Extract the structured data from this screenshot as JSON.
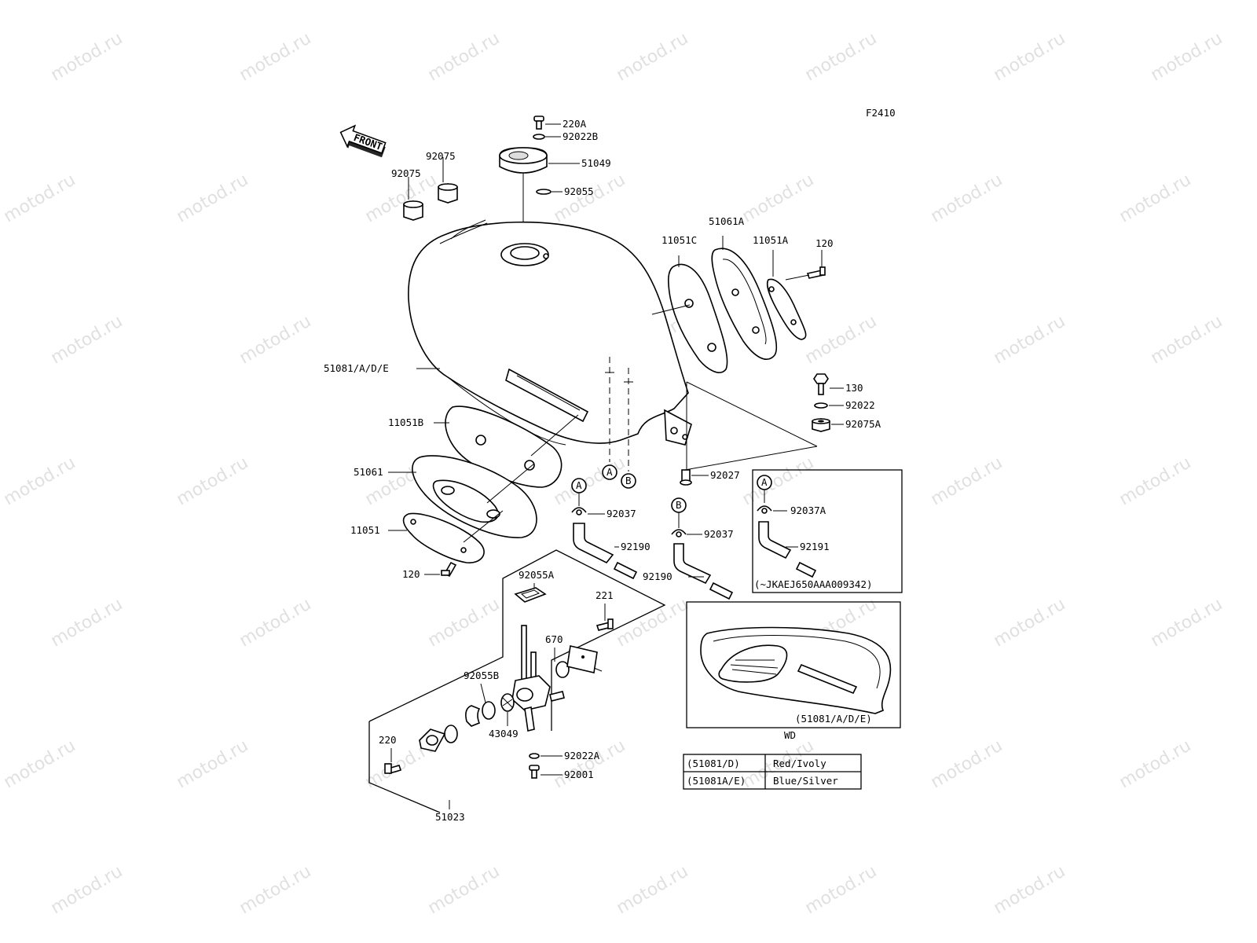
{
  "figure_code": "F2410",
  "front_label": "FRONT",
  "watermark": "motod.ru",
  "variant_label": "WD",
  "inset_serial": "(~JKAEJ650AAA009342)",
  "inset_tank_label": "(51081/A/D/E)",
  "part_labels": {
    "p220A": "220A",
    "p92022B": "92022B",
    "p51049": "51049",
    "p92055": "92055",
    "p92075_top": "92075",
    "p92075_left": "92075",
    "p51061A": "51061A",
    "p11051C": "11051C",
    "p11051A": "11051A",
    "p120_right": "120",
    "p51081": "51081/A/D/E",
    "p130": "130",
    "p92022": "92022",
    "p92075A": "92075A",
    "p11051B": "11051B",
    "p51061": "51061",
    "p92027": "92027",
    "p11051": "11051",
    "p120_left": "120",
    "p92037_a": "92037",
    "p92190_a": "92190",
    "p92037_b": "92037",
    "p92190_b": "92190",
    "p92037A": "92037A",
    "p92191": "92191",
    "p92055A": "92055A",
    "p221": "221",
    "p670": "670",
    "p92055B": "92055B",
    "p43049": "43049",
    "p220": "220",
    "p92022A": "92022A",
    "p92001": "92001",
    "p51023": "51023"
  },
  "markers": {
    "A_tank": "A",
    "B_tank": "B",
    "A_hose": "A",
    "B_hose": "B",
    "A_inset": "A"
  },
  "color_table": [
    {
      "code": "(51081/D)",
      "color": "Red/Ivoly"
    },
    {
      "code": "(51081A/E)",
      "color": "Blue/Silver"
    }
  ]
}
